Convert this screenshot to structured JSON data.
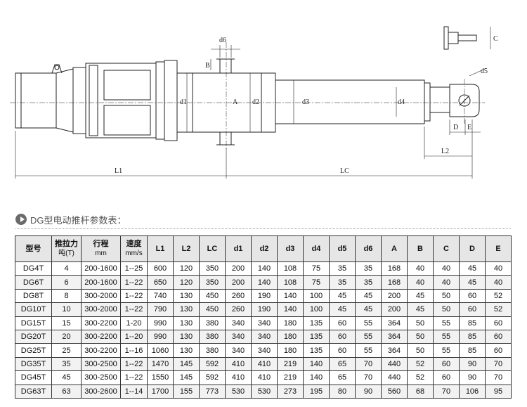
{
  "drawing": {
    "labels": {
      "d6": "d6",
      "B": "B",
      "C": "C",
      "d5": "d5",
      "d1": "d1",
      "A": "A",
      "d2": "d2",
      "d3": "d3",
      "d4": "d4",
      "D": "D",
      "E": "E",
      "L2": "L2",
      "L1": "L1",
      "LC": "LC"
    }
  },
  "section": {
    "title": "DG型电动推杆参数表："
  },
  "table": {
    "headers": [
      {
        "line1": "型号",
        "line2": ""
      },
      {
        "line1": "推拉力",
        "line2": "吨(T)"
      },
      {
        "line1": "行程",
        "line2": "mm"
      },
      {
        "line1": "速度",
        "line2": "mm/s"
      },
      {
        "line1": "L1",
        "line2": ""
      },
      {
        "line1": "L2",
        "line2": ""
      },
      {
        "line1": "LC",
        "line2": ""
      },
      {
        "line1": "d1",
        "line2": ""
      },
      {
        "line1": "d2",
        "line2": ""
      },
      {
        "line1": "d3",
        "line2": ""
      },
      {
        "line1": "d4",
        "line2": ""
      },
      {
        "line1": "d5",
        "line2": ""
      },
      {
        "line1": "d6",
        "line2": ""
      },
      {
        "line1": "A",
        "line2": ""
      },
      {
        "line1": "B",
        "line2": ""
      },
      {
        "line1": "C",
        "line2": ""
      },
      {
        "line1": "D",
        "line2": ""
      },
      {
        "line1": "E",
        "line2": ""
      }
    ],
    "rows": [
      [
        "DG4T",
        "4",
        "200-1600",
        "1--25",
        "600",
        "120",
        "350",
        "200",
        "140",
        "108",
        "75",
        "35",
        "35",
        "168",
        "40",
        "40",
        "45",
        "40"
      ],
      [
        "DG6T",
        "6",
        "200-1600",
        "1--22",
        "650",
        "120",
        "350",
        "200",
        "140",
        "108",
        "75",
        "35",
        "35",
        "168",
        "40",
        "40",
        "45",
        "40"
      ],
      [
        "DG8T",
        "8",
        "300-2000",
        "1--22",
        "740",
        "130",
        "450",
        "260",
        "190",
        "140",
        "100",
        "45",
        "45",
        "200",
        "45",
        "50",
        "60",
        "52"
      ],
      [
        "DG10T",
        "10",
        "300-2000",
        "1--22",
        "790",
        "130",
        "450",
        "260",
        "190",
        "140",
        "100",
        "45",
        "45",
        "200",
        "45",
        "50",
        "60",
        "52"
      ],
      [
        "DG15T",
        "15",
        "300-2200",
        "1-20",
        "990",
        "130",
        "380",
        "340",
        "340",
        "180",
        "135",
        "60",
        "55",
        "364",
        "50",
        "55",
        "85",
        "60"
      ],
      [
        "DG20T",
        "20",
        "300-2200",
        "1--20",
        "990",
        "130",
        "380",
        "340",
        "340",
        "180",
        "135",
        "60",
        "55",
        "364",
        "50",
        "55",
        "85",
        "60"
      ],
      [
        "DG25T",
        "25",
        "300-2200",
        "1--16",
        "1060",
        "130",
        "380",
        "340",
        "340",
        "180",
        "135",
        "60",
        "55",
        "364",
        "50",
        "55",
        "85",
        "60"
      ],
      [
        "DG35T",
        "35",
        "300-2500",
        "1--22",
        "1470",
        "145",
        "592",
        "410",
        "410",
        "219",
        "140",
        "65",
        "70",
        "440",
        "52",
        "60",
        "90",
        "70"
      ],
      [
        "DG45T",
        "45",
        "300-2500",
        "1--22",
        "1550",
        "145",
        "592",
        "410",
        "410",
        "219",
        "140",
        "65",
        "70",
        "440",
        "52",
        "60",
        "90",
        "70"
      ],
      [
        "DG63T",
        "63",
        "300-2600",
        "1--14",
        "1700",
        "155",
        "773",
        "530",
        "530",
        "273",
        "195",
        "80",
        "90",
        "560",
        "68",
        "70",
        "106",
        "95"
      ]
    ]
  }
}
